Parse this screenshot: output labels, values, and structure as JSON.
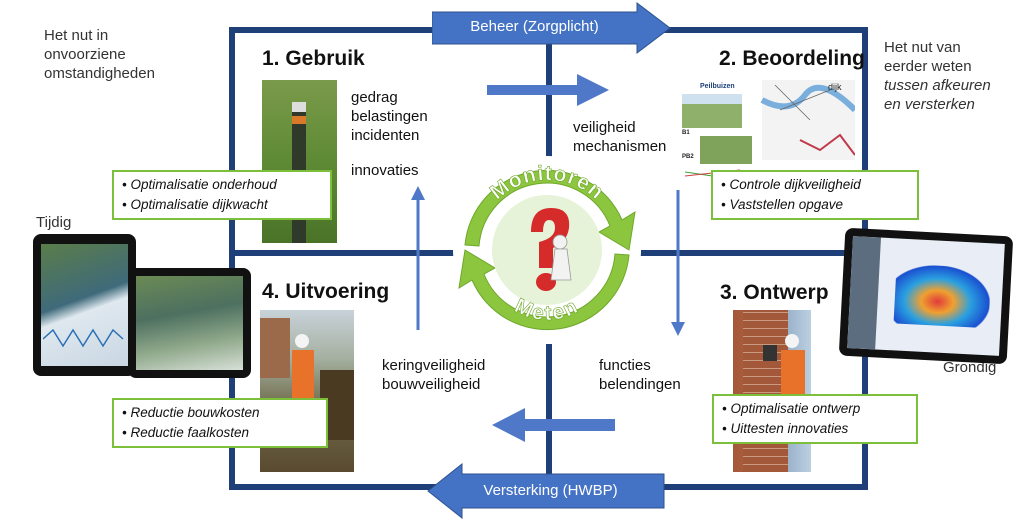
{
  "side_labels": {
    "top_left": [
      "Het nut in",
      "onvoorziene",
      "omstandigheden"
    ],
    "top_right": [
      "Het nut van",
      "eerder weten"
    ],
    "top_right_italic": [
      "tussen afkeuren",
      "en versterken"
    ],
    "tijdig": "Tijdig",
    "grondig": "Grondig"
  },
  "banners": {
    "top": "Beheer (Zorgplicht)",
    "bottom": "Versterking (HWBP)"
  },
  "quadrants": {
    "q1": {
      "title": "1. Gebruik",
      "lines": [
        "gedrag",
        "belastingen",
        "incidenten"
      ],
      "extra": "innovaties",
      "bullets": [
        "• Optimalisatie onderhoud",
        "• Optimalisatie dijkwacht"
      ]
    },
    "q2": {
      "title": "2. Beoordeling",
      "lines": [
        "veiligheid",
        "mechanismen"
      ],
      "bullets": [
        "• Controle dijkveiligheid",
        "• Vaststellen opgave"
      ],
      "figure_labels": {
        "peilbuizen": "Peilbuizen",
        "dijk": "dijk",
        "b1": "B1",
        "pb2": "PB2"
      }
    },
    "q3": {
      "title": "3. Ontwerp",
      "lines": [
        "functies",
        "belendingen"
      ],
      "bullets": [
        "• Optimalisatie ontwerp",
        "• Uittesten innovaties"
      ]
    },
    "q4": {
      "title": "4. Uitvoering",
      "lines": [
        "keringveiligheid",
        "bouwveiligheid"
      ],
      "bullets": [
        "• Reductie bouwkosten",
        "• Reductie faalkosten"
      ]
    }
  },
  "center": {
    "top_word": "Monitoren",
    "bottom_word": "Meten"
  },
  "colors": {
    "navy": "#1f3f78",
    "banner_blue": "#4472c4",
    "arrow_blue": "#4f78c8",
    "green": "#7cbf3a",
    "cycle_green": "#8cc63f",
    "red": "#d62b2b"
  }
}
